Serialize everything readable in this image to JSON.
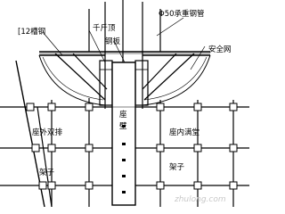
{
  "labels": {
    "channel_steel": "[12槽钢",
    "jack_top": "千斤顶",
    "steel_plate": "钢板",
    "bearing_pipe": "Φ50承重钢管",
    "safety_net": "安全网",
    "outer_scaffold_line1": "座外双排",
    "outer_scaffold_line2": "架子",
    "wall_char1": "座",
    "wall_char2": "壁",
    "inner_scaffold_line1": "座内满堂",
    "inner_scaffold_line2": "架子"
  },
  "watermark": "zhulong.com",
  "colors": {
    "line": "#000000",
    "background": "#ffffff",
    "watermark": "#c8c8c8"
  }
}
